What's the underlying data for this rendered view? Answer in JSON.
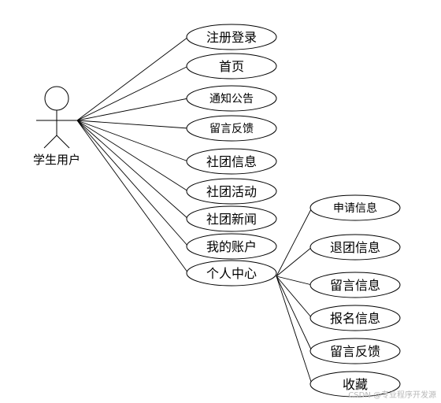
{
  "actor": {
    "label": "学生用户"
  },
  "use_cases": [
    "注册登录",
    "首页",
    "通知公告",
    "留言反馈",
    "社团信息",
    "社团活动",
    "社团新闻",
    "我的账户",
    "个人中心"
  ],
  "sub_use_cases": [
    "申请信息",
    "退团信息",
    "留言信息",
    "报名信息",
    "留言反馈",
    "收藏"
  ],
  "watermark": "CSDN @专业程序开发源"
}
